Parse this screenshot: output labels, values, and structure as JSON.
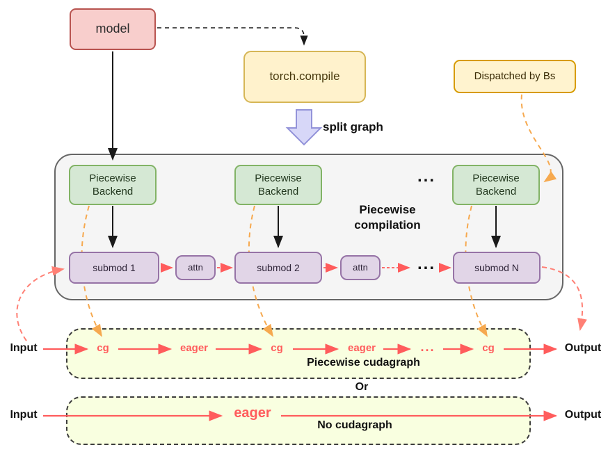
{
  "palette": {
    "red_node_fill": "#f8cecc",
    "red_node_border": "#b85450",
    "yellow_node_fill": "#fff2cc",
    "yellow_node_border": "#d6b656",
    "orange_node_border": "#d79b00",
    "green_node_fill": "#d5e8d4",
    "green_node_border": "#82b366",
    "purple_node_fill": "#e1d5e7",
    "purple_node_border": "#9673a6",
    "gray_container_fill": "#f5f5f5",
    "gray_container_border": "#666666",
    "lime_container_fill": "#f9ffe0",
    "arrow_red": "#ff5c5c",
    "arrow_orange": "#f6a94f",
    "arrow_black": "#1a1a1a",
    "split_arrow_fill": "#d7d7f8",
    "split_arrow_border": "#9393d9"
  },
  "top": {
    "model": "model",
    "torch_compile": "torch.compile",
    "dispatched_by": "Dispatched by Bs",
    "split_graph": "split graph"
  },
  "pipeline": {
    "title": "Piecewise compilation",
    "backends": [
      "Piecewise Backend",
      "Piecewise Backend",
      "Piecewise Backend"
    ],
    "backend_ellipsis": "...",
    "submods": [
      "submod 1",
      "attn",
      "submod 2",
      "attn",
      "submod N"
    ],
    "submod_ellipsis": "..."
  },
  "cudagraph_row": {
    "input": "Input",
    "output": "Output",
    "stages": [
      "cg",
      "eager",
      "cg",
      "eager",
      "...",
      "cg"
    ],
    "label": "Piecewise cudagraph"
  },
  "or_label": "Or",
  "no_cudagraph_row": {
    "input": "Input",
    "output": "Output",
    "stage": "eager",
    "label": "No cudagraph"
  }
}
